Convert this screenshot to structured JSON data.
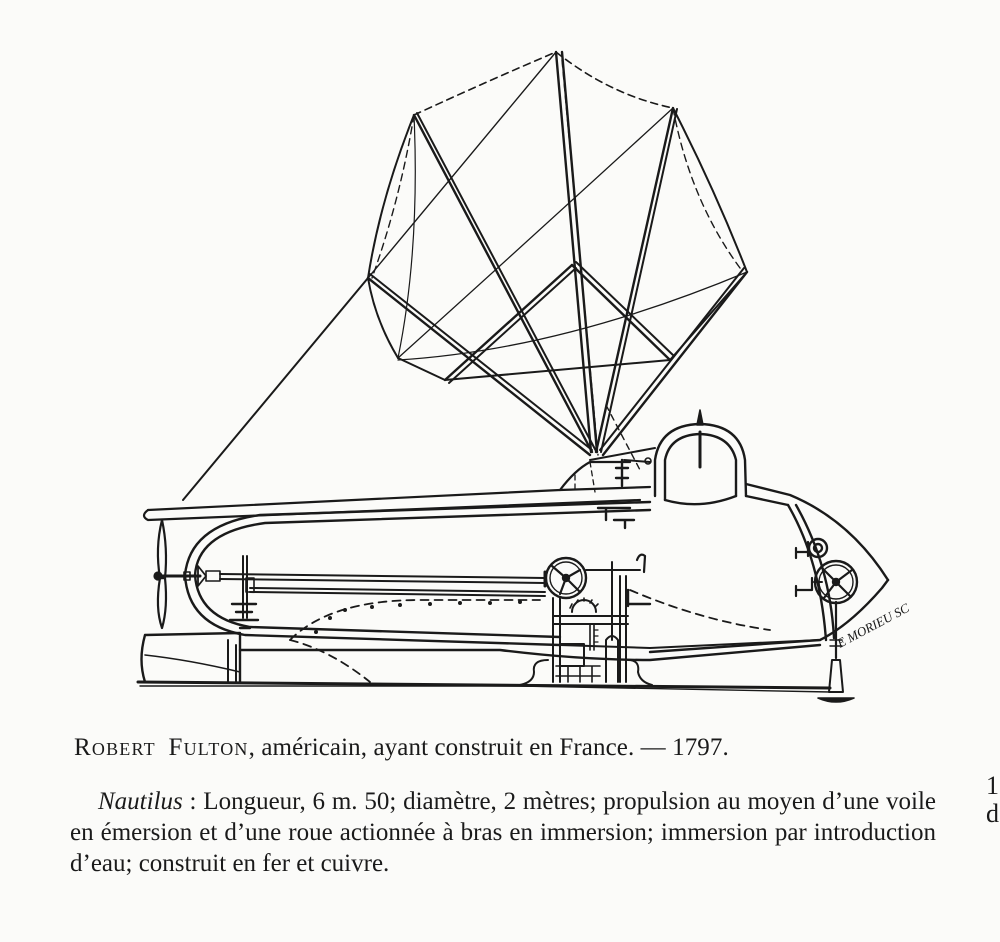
{
  "figure": {
    "subject": "Sectional drawing of Robert Fulton's submarine Nautilus with umbrella-shaped sail",
    "engraver_signature": "E MORIEU SC",
    "parts": [
      "umbrella-sail",
      "mast-line",
      "upper-deck-plank",
      "hull",
      "conning-dome",
      "propeller",
      "drive-shaft",
      "hand-wheel-crank",
      "gear-mechanism",
      "bow-wheel",
      "anchor-weight",
      "keel"
    ]
  },
  "caption": {
    "title_name_first": "Robert",
    "title_name_last": "Fulton",
    "title_rest": ", américain, ayant construit en France. — 1797.",
    "body_italic": "Nautilus",
    "body_text": " : Longueur, 6 m. 50; diamètre, 2 mètres; propulsion au moyen d’une voile en émersion et d’une roue actionnée à bras en immersion; immersion par introduction d’eau; construit en fer et cuivre."
  },
  "margin": {
    "line1": "1",
    "line2": "d"
  },
  "colors": {
    "paper": "#fbfbf9",
    "ink": "#1a1a1a"
  }
}
